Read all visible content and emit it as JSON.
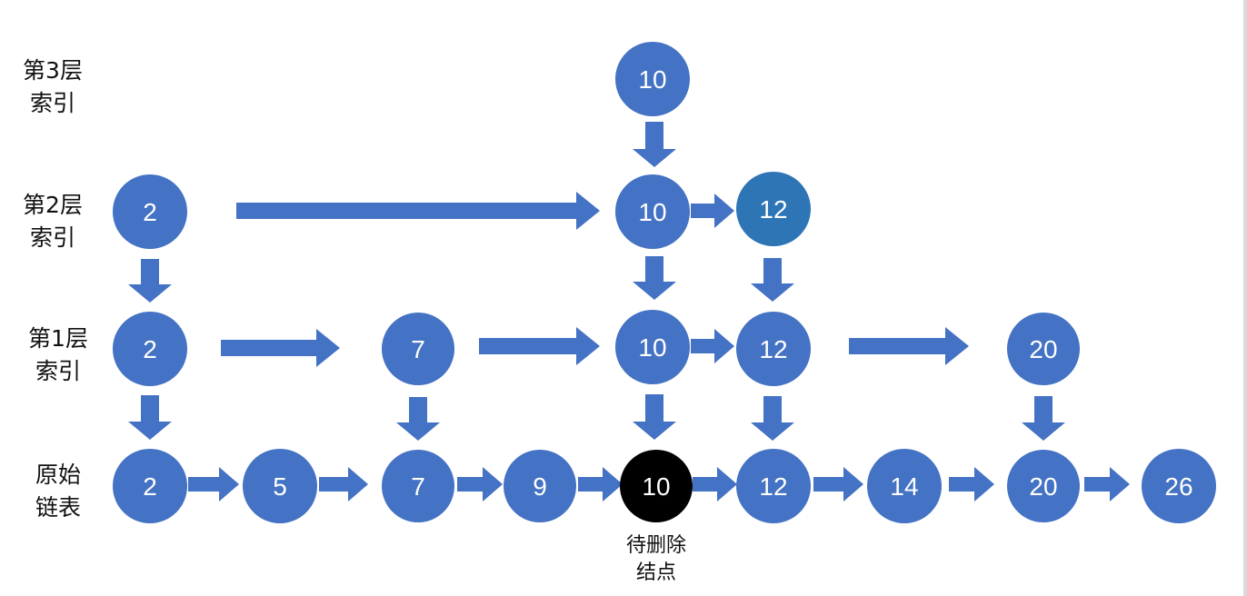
{
  "levels": {
    "l3": "第3层\n索引",
    "l2": "第2层\n索引",
    "l1": "第1层\n索引",
    "l0": "原始\n链表"
  },
  "caption": "待删除\n结点",
  "colors": {
    "node": "#4472C4",
    "node_alt": "#2E75B6",
    "node_deleted": "#000000",
    "arrow": "#4472C4",
    "text": "#FFFFFF"
  },
  "rows": [
    {
      "id": "l3",
      "nodes": [
        {
          "value": "10",
          "style": "normal"
        }
      ]
    },
    {
      "id": "l2",
      "nodes": [
        {
          "value": "2",
          "style": "normal"
        },
        {
          "value": "10",
          "style": "normal"
        },
        {
          "value": "12",
          "style": "alt"
        }
      ]
    },
    {
      "id": "l1",
      "nodes": [
        {
          "value": "2",
          "style": "normal"
        },
        {
          "value": "7",
          "style": "normal"
        },
        {
          "value": "10",
          "style": "normal"
        },
        {
          "value": "12",
          "style": "normal"
        },
        {
          "value": "20",
          "style": "normal"
        }
      ]
    },
    {
      "id": "l0",
      "nodes": [
        {
          "value": "2",
          "style": "normal"
        },
        {
          "value": "5",
          "style": "normal"
        },
        {
          "value": "7",
          "style": "normal"
        },
        {
          "value": "9",
          "style": "normal"
        },
        {
          "value": "10",
          "style": "deleted"
        },
        {
          "value": "12",
          "style": "normal"
        },
        {
          "value": "14",
          "style": "normal"
        },
        {
          "value": "20",
          "style": "normal"
        },
        {
          "value": "26",
          "style": "normal"
        }
      ]
    }
  ]
}
